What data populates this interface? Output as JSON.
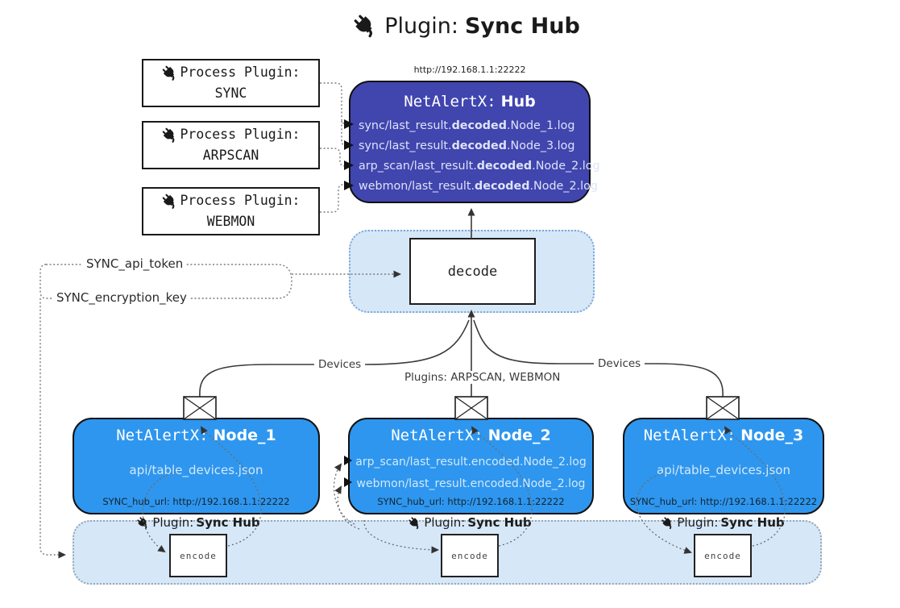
{
  "title": {
    "prefix": "Plugin:",
    "name": "Sync Hub"
  },
  "process_plugins": [
    {
      "label": "Process Plugin:",
      "name": "SYNC"
    },
    {
      "label": "Process Plugin:",
      "name": "ARPSCAN"
    },
    {
      "label": "Process Plugin:",
      "name": "WEBMON"
    }
  ],
  "hub": {
    "url": "http://192.168.1.1:22222",
    "name_prefix": "NetAlertX:",
    "name": "Hub",
    "files": [
      {
        "pre": "sync/last_result.",
        "bold": "decoded",
        "post": ".Node_1.log"
      },
      {
        "pre": "sync/last_result.",
        "bold": "decoded",
        "post": ".Node_3.log"
      },
      {
        "pre": "arp_scan/last_result.",
        "bold": "decoded",
        "post": ".Node_2.log"
      },
      {
        "pre": "webmon/last_result.",
        "bold": "decoded",
        "post": ".Node_2.log"
      }
    ]
  },
  "decode_label": "decode",
  "secrets": {
    "api_token": "SYNC_api_token",
    "encryption_key": "SYNC_encryption_key"
  },
  "edge_labels": {
    "left": "Devices",
    "center": "Plugins: ARPSCAN, WEBMON",
    "right": "Devices"
  },
  "nodes": [
    {
      "name_prefix": "NetAlertX:",
      "name": "Node_1",
      "files": [
        "api/table_devices.json"
      ],
      "hub_url": "SYNC_hub_url: http://192.168.1.1:22222"
    },
    {
      "name_prefix": "NetAlertX:",
      "name": "Node_2",
      "files": [
        "arp_scan/last_result.encoded.Node_2.log",
        "webmon/last_result.encoded.Node_2.log"
      ],
      "hub_url": "SYNC_hub_url: http://192.168.1.1:22222"
    },
    {
      "name_prefix": "NetAlertX:",
      "name": "Node_3",
      "files": [
        "api/table_devices.json"
      ],
      "hub_url": "SYNC_hub_url: http://192.168.1.1:22222"
    }
  ],
  "encoders": [
    {
      "label_prefix": "Plugin:",
      "label_name": "Sync Hub",
      "box_label": "encode"
    },
    {
      "label_prefix": "Plugin:",
      "label_name": "Sync Hub",
      "box_label": "encode"
    },
    {
      "label_prefix": "Plugin:",
      "label_name": "Sync Hub",
      "box_label": "encode"
    }
  ],
  "colors": {
    "hub-fill": "#4145ae",
    "node-fill": "#2e96ee",
    "panel-fill": "#d6e7f8",
    "hub-text": "#dde3f6",
    "node-text": "#d2e8fc",
    "line": "#3a3a3a",
    "dotted": "#7b7b7b"
  }
}
